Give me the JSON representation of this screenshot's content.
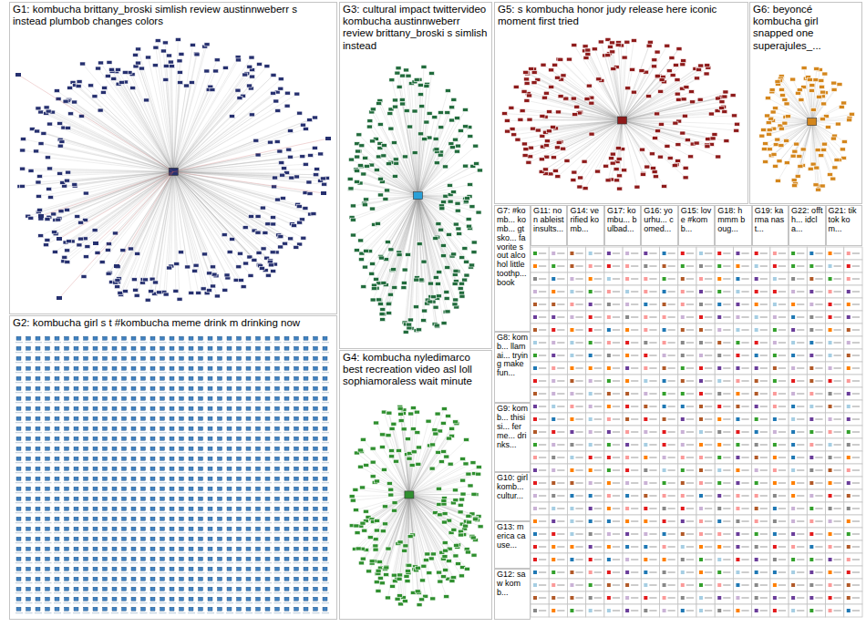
{
  "diagram": {
    "nodes": [
      {
        "text": [
          "G1: kombucha brittany_broski simlish review austinnweberr s instead plumbob changes colors"
        ]
      },
      {
        "text": [
          "G3: cultural impact twittervideo kombucha austinnweberr review brittany_broski s simlish instead"
        ]
      },
      {
        "text": [
          "G5: s kombucha honor judy release here iconic moment first tried"
        ]
      },
      {
        "text": [
          "G6: beyoncé kombucha girl snapped one superajules_..."
        ]
      },
      {
        "text": [
          "G7: #komb... komb... gtsko... favorite s out alcohol little toothp... book"
        ]
      },
      {
        "text": [
          "G11: non ableist insults..."
        ]
      },
      {
        "text": [
          "G14: verified komb..."
        ]
      },
      {
        "text": [
          "G17: kombu... bulbad..."
        ]
      },
      {
        "text": [
          "G16: yourhu... comed..."
        ]
      },
      {
        "text": [
          "G15: love #komb..."
        ]
      },
      {
        "text": [
          "G18: hmmm boug..."
        ]
      },
      {
        "text": [
          "G19: karma nast..."
        ]
      },
      {
        "text": [
          "G22: offth... idcla..."
        ]
      },
      {
        "text": [
          "G21: tik tok kom..."
        ]
      },
      {
        "text": [
          "G8: komb... llamai... trying make fun..."
        ]
      },
      {
        "text": [
          "G9: komb... thisisi... ferme... drinks..."
        ]
      },
      {
        "text": [
          "G10: girl komb... cultur..."
        ]
      },
      {
        "text": [
          "G13: merica cause..."
        ]
      },
      {
        "text": [
          "G12: saw komb..."
        ]
      },
      {
        "text": [
          "G2: kombucha girl s t #kombucha meme drink m drinking now"
        ]
      },
      {
        "text": [
          "G4: kombucha nyledimarco best recreation video asl loll sophiamoraless wait minute"
        ]
      }
    ]
  }
}
